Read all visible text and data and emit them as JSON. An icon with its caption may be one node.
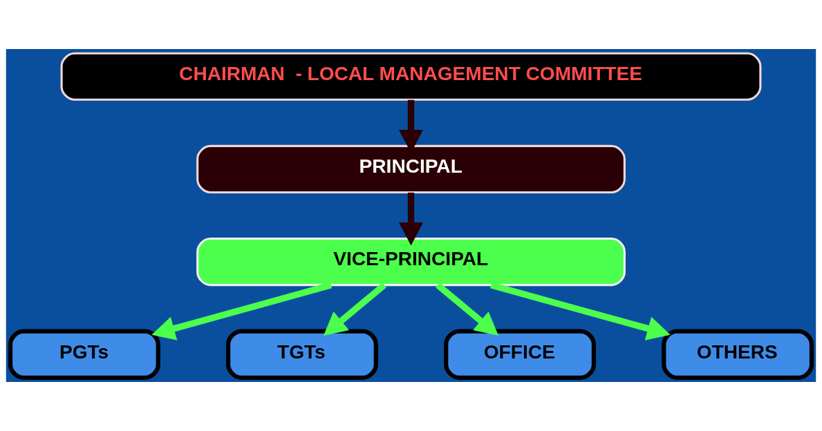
{
  "diagram": {
    "nodes": [
      {
        "text": [
          "CHAIRMAN  - LOCAL MANAGEMENT COMMITTEE"
        ]
      },
      {
        "text": [
          "PRINCIPAL"
        ]
      },
      {
        "text": [
          "VICE-PRINCIPAL"
        ]
      },
      {
        "text": [
          "PGTs"
        ]
      },
      {
        "text": [
          "TGTs"
        ]
      },
      {
        "text": [
          "OFFICE"
        ]
      },
      {
        "text": [
          "OTHERS"
        ]
      }
    ],
    "edges": [
      {
        "from": 0,
        "to": 1,
        "arrow": "to",
        "color": "#2a0006"
      },
      {
        "from": 1,
        "to": 2,
        "arrow": "to",
        "color": "#2a0006"
      },
      {
        "from": 2,
        "to": 3,
        "arrow": "to"
      },
      {
        "from": 2,
        "to": 4,
        "arrow": "to"
      },
      {
        "from": 2,
        "to": 5,
        "arrow": "to"
      },
      {
        "from": 2,
        "to": 6,
        "arrow": "to"
      }
    ]
  }
}
